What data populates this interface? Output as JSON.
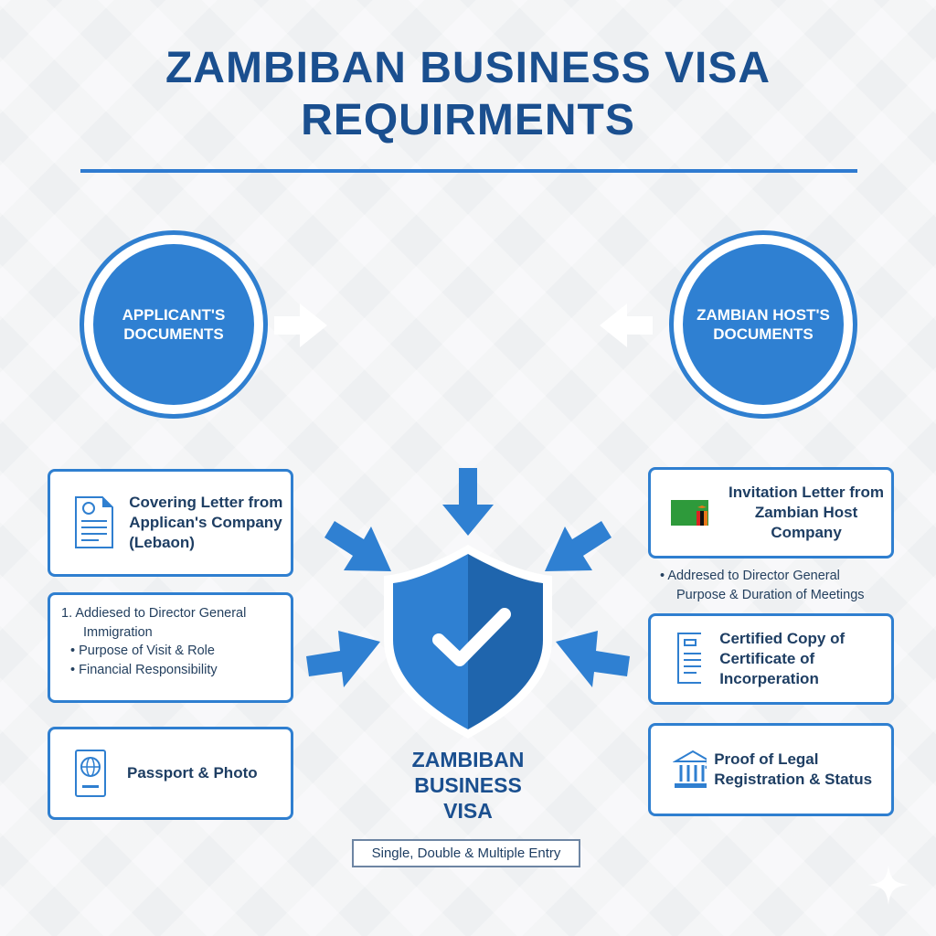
{
  "title": {
    "line1": "ZAMBIBAN BUSINESS VISA",
    "line2": "REQUIRMENTS"
  },
  "circles": {
    "left": {
      "line1": "APPLICANT'S",
      "line2": "DOCUMENTS"
    },
    "right": {
      "line1": "ZAMBIAN HOST'S",
      "line2": "DOCUMENTS"
    }
  },
  "left_boxes": {
    "covering_letter": "Covering Letter from Applican's Company (Lebaon)",
    "list": [
      "1. Addiesed to Director General",
      "Immigration",
      "Purpose of Visit & Role",
      "Financial Responsibility"
    ],
    "passport": "Passport & Photo"
  },
  "right_boxes": {
    "invitation": "Invitation Letter from Zambian Host Company",
    "notes": [
      "Addresed to Director General",
      "Purpose & Duration of Meetings"
    ],
    "certificate": "Certified Copy of Certificate of Incorperation",
    "registration": "Proof of Legal Registration & Status"
  },
  "center": {
    "line1": "ZAMBIBAN",
    "line2": "BUSINESS",
    "line3": "VISA",
    "entry": "Single, Double & Multiple Entry"
  },
  "colors": {
    "primary": "#2f7fd0",
    "dark": "#1a4f8f"
  }
}
